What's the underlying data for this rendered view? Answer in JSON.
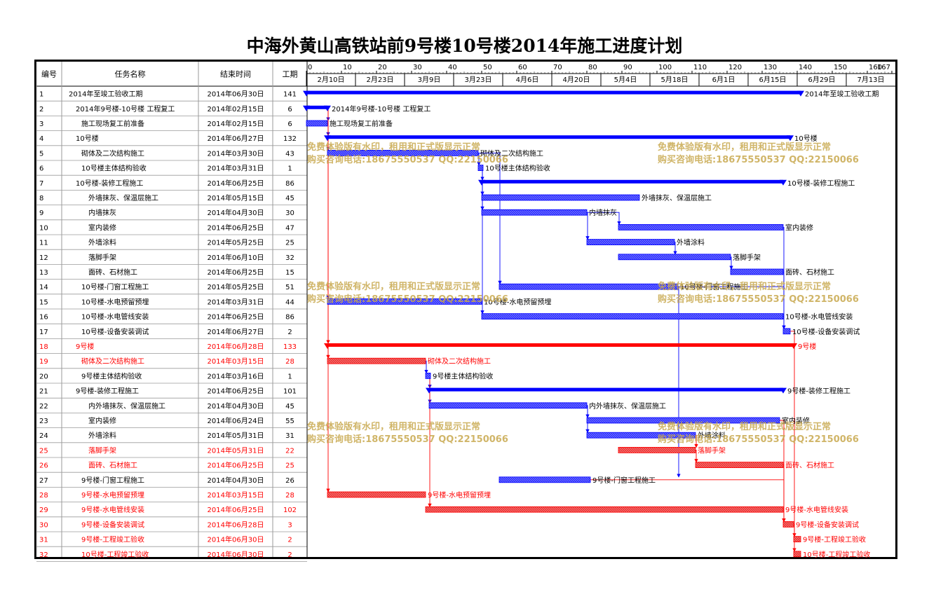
{
  "title": "中海外黄山高铁站前9号楼10号楼2014年施工进度计划",
  "columns": {
    "id": "编号",
    "name": "任务名称",
    "end": "结束时间",
    "dur": "工期"
  },
  "timeline": {
    "day_ticks": [
      "0",
      "10",
      "20",
      "30",
      "40",
      "50",
      "60",
      "70",
      "80",
      "90",
      "100",
      "110",
      "120",
      "130",
      "140",
      "150",
      "160",
      "167"
    ],
    "week_labels": [
      "2月10日",
      "2月23日",
      "3月9日",
      "3月23日",
      "4月6日",
      "4月20日",
      "5月4日",
      "5月18日",
      "6月1日",
      "6月15日",
      "6月29日",
      "7月13日"
    ]
  },
  "watermark": {
    "line1": "免费体验版有水印，租用和正式版显示正常",
    "line2": "购买咨询电话:18675550537 QQ:22150066"
  },
  "colors": {
    "blue": "#0000ff",
    "red": "#ff0000",
    "red_fill": "#ff6666",
    "blue_fill": "#3b3bff",
    "watermark": "#c8a84e",
    "grid": "#9a9a9a"
  },
  "tasks": [
    {
      "id": "1",
      "name": "2014年至竣工验收工期",
      "end": "2014年06月30日",
      "dur": "141",
      "start": 0,
      "days": 141,
      "kind": "summary",
      "color": "blue",
      "label": "2014年至竣工验收工期"
    },
    {
      "id": "2",
      "name": "2014年9号楼-10号楼 工程复工",
      "end": "2014年02月15日",
      "dur": "6",
      "start": 0,
      "days": 6,
      "kind": "summary",
      "color": "blue",
      "label": "2014年9号楼-10号楼 工程复工"
    },
    {
      "id": "3",
      "name": "施工现场复工前准备",
      "end": "2014年02月15日",
      "dur": "6",
      "start": 0,
      "days": 6,
      "kind": "task",
      "color": "blue",
      "label": "施工现场复工前准备"
    },
    {
      "id": "4",
      "name": "10号楼",
      "end": "2014年06月27日",
      "dur": "132",
      "start": 6,
      "days": 132,
      "kind": "summary",
      "color": "blue",
      "label": "10号楼"
    },
    {
      "id": "5",
      "name": "砌体及二次结构施工",
      "end": "2014年03月30日",
      "dur": "43",
      "start": 6,
      "days": 43,
      "kind": "task",
      "color": "blue",
      "label": "砌体及二次结构施工"
    },
    {
      "id": "6",
      "name": "10号楼主体结构验收",
      "end": "2014年03月31日",
      "dur": "1",
      "start": 49,
      "days": 1,
      "kind": "task",
      "color": "blue",
      "label": "10号楼主体结构验收"
    },
    {
      "id": "7",
      "name": "10号楼-装修工程施工",
      "end": "2014年06月25日",
      "dur": "86",
      "start": 50,
      "days": 86,
      "kind": "summary",
      "color": "blue",
      "label": "10号楼-装修工程施工"
    },
    {
      "id": "8",
      "name": "外墙抹灰、保温层施工",
      "end": "2014年05月15日",
      "dur": "45",
      "start": 50,
      "days": 45,
      "kind": "task",
      "color": "blue",
      "label": "外墙抹灰、保温层施工"
    },
    {
      "id": "9",
      "name": "内墙抹灰",
      "end": "2014年04月30日",
      "dur": "30",
      "start": 50,
      "days": 30,
      "kind": "task",
      "color": "blue",
      "label": "内墙抹灰"
    },
    {
      "id": "10",
      "name": "室内装修",
      "end": "2014年06月25日",
      "dur": "47",
      "start": 89,
      "days": 47,
      "kind": "task",
      "color": "blue",
      "label": "室内装修"
    },
    {
      "id": "11",
      "name": "外墙涂料",
      "end": "2014年05月25日",
      "dur": "25",
      "start": 80,
      "days": 25,
      "kind": "task",
      "color": "blue",
      "label": "外墙涂料"
    },
    {
      "id": "12",
      "name": "落脚手架",
      "end": "2014年06月10日",
      "dur": "32",
      "start": 89,
      "days": 32,
      "kind": "task",
      "color": "blue",
      "label": "落脚手架"
    },
    {
      "id": "13",
      "name": "面砖、石材施工",
      "end": "2014年06月25日",
      "dur": "15",
      "start": 121,
      "days": 15,
      "kind": "task",
      "color": "blue",
      "label": "面砖、石材施工"
    },
    {
      "id": "14",
      "name": "10号楼-门窗工程施工",
      "end": "2014年05月25日",
      "dur": "51",
      "start": 55,
      "days": 51,
      "kind": "task",
      "color": "blue",
      "label": "10号楼-门窗工程施工"
    },
    {
      "id": "15",
      "name": "10号楼-水电预留预埋",
      "end": "2014年03月31日",
      "dur": "44",
      "start": 6,
      "days": 44,
      "kind": "task",
      "color": "blue",
      "label": "10号楼-水电预留预埋"
    },
    {
      "id": "16",
      "name": "10号楼-水电管线安装",
      "end": "2014年06月25日",
      "dur": "86",
      "start": 50,
      "days": 86,
      "kind": "task",
      "color": "blue",
      "label": "10号楼-水电管线安装"
    },
    {
      "id": "17",
      "name": "10号楼-设备安装调试",
      "end": "2014年06月27日",
      "dur": "2",
      "start": 136,
      "days": 2,
      "kind": "task",
      "color": "blue",
      "label": "10号楼-设备安装调试"
    },
    {
      "id": "18",
      "name": "9号楼",
      "end": "2014年06月28日",
      "dur": "133",
      "start": 6,
      "days": 133,
      "kind": "summary",
      "color": "red",
      "label": "9号楼"
    },
    {
      "id": "19",
      "name": "砌体及二次结构施工",
      "end": "2014年03月15日",
      "dur": "28",
      "start": 6,
      "days": 28,
      "kind": "task",
      "color": "red",
      "label": "砌体及二次结构施工"
    },
    {
      "id": "20",
      "name": "9号楼主体结构验收",
      "end": "2014年03月16日",
      "dur": "1",
      "start": 34,
      "days": 1,
      "kind": "task",
      "color": "blue",
      "label": "9号楼主体结构验收"
    },
    {
      "id": "21",
      "name": "9号楼-装修工程施工",
      "end": "2014年06月25日",
      "dur": "101",
      "start": 35,
      "days": 101,
      "kind": "summary",
      "color": "blue",
      "label": "9号楼-装修工程施工"
    },
    {
      "id": "22",
      "name": "内外墙抹灰、保温层施工",
      "end": "2014年04月30日",
      "dur": "45",
      "start": 35,
      "days": 45,
      "kind": "task",
      "color": "blue",
      "label": "内外墙抹灰、保温层施工"
    },
    {
      "id": "23",
      "name": "室内装修",
      "end": "2014年06月24日",
      "dur": "55",
      "start": 80,
      "days": 55,
      "kind": "task",
      "color": "blue",
      "label": "室内装修"
    },
    {
      "id": "24",
      "name": "外墙涂料",
      "end": "2014年05月31日",
      "dur": "31",
      "start": 80,
      "days": 31,
      "kind": "task",
      "color": "blue",
      "label": "外墙涂料"
    },
    {
      "id": "25",
      "name": "落脚手架",
      "end": "2014年05月31日",
      "dur": "22",
      "start": 89,
      "days": 22,
      "kind": "task",
      "color": "red",
      "label": "落脚手架"
    },
    {
      "id": "26",
      "name": "面砖、石材施工",
      "end": "2014年06月25日",
      "dur": "25",
      "start": 111,
      "days": 25,
      "kind": "task",
      "color": "red",
      "label": "面砖、石材施工"
    },
    {
      "id": "27",
      "name": "9号楼-门窗工程施工",
      "end": "2014年04月30日",
      "dur": "26",
      "start": 55,
      "days": 26,
      "kind": "task",
      "color": "blue",
      "label": "9号楼-门窗工程施工"
    },
    {
      "id": "28",
      "name": "9号楼-水电预留预埋",
      "end": "2014年03月15日",
      "dur": "28",
      "start": 6,
      "days": 28,
      "kind": "task",
      "color": "red",
      "label": "9号楼-水电预留预埋"
    },
    {
      "id": "29",
      "name": "9号楼-水电管线安装",
      "end": "2014年06月25日",
      "dur": "102",
      "start": 34,
      "days": 102,
      "kind": "task",
      "color": "red",
      "label": "9号楼-水电管线安装"
    },
    {
      "id": "30",
      "name": "9号楼-设备安装调试",
      "end": "2014年06月28日",
      "dur": "3",
      "start": 136,
      "days": 3,
      "kind": "task",
      "color": "red",
      "label": "9号楼-设备安装调试"
    },
    {
      "id": "31",
      "name": "9号楼-工程竣工验收",
      "end": "2014年06月30日",
      "dur": "2",
      "start": 139,
      "days": 2,
      "kind": "task",
      "color": "red",
      "label": "9号楼-工程竣工验收"
    },
    {
      "id": "32",
      "name": "10号楼-工程竣工验收",
      "end": "2014年06月30日",
      "dur": "2",
      "start": 139,
      "days": 2,
      "kind": "task",
      "color": "red",
      "label": "10号楼-工程竣工验收"
    }
  ],
  "links": [
    [
      2,
      3
    ],
    [
      2,
      4
    ],
    [
      3,
      5
    ],
    [
      3,
      15
    ],
    [
      5,
      6
    ],
    [
      6,
      7
    ],
    [
      6,
      8
    ],
    [
      6,
      9
    ],
    [
      6,
      16
    ],
    [
      9,
      10
    ],
    [
      9,
      11
    ],
    [
      11,
      12
    ],
    [
      12,
      13
    ],
    [
      5,
      14
    ],
    [
      13,
      17
    ],
    [
      16,
      17
    ],
    [
      10,
      17
    ],
    [
      2,
      18
    ],
    [
      2,
      19
    ],
    [
      2,
      28
    ],
    [
      19,
      20
    ],
    [
      20,
      21
    ],
    [
      20,
      22
    ],
    [
      22,
      23
    ],
    [
      22,
      24
    ],
    [
      24,
      25
    ],
    [
      25,
      26
    ],
    [
      14,
      27
    ],
    [
      20,
      29
    ],
    [
      29,
      30
    ],
    [
      26,
      30
    ],
    [
      23,
      30
    ],
    [
      17,
      32
    ],
    [
      30,
      31
    ],
    [
      27,
      30
    ],
    [
      14,
      17
    ]
  ]
}
